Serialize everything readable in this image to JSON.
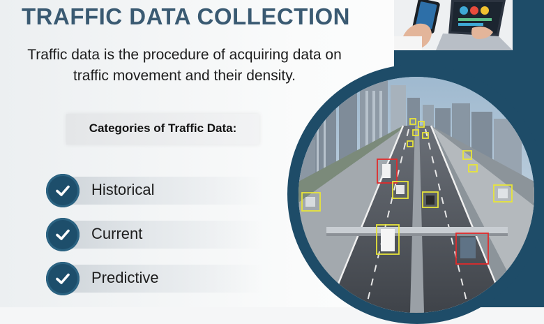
{
  "header": {
    "title": "TRAFFIC DATA COLLECTION",
    "subtitle": "Traffic data is the procedure of acquiring data on traffic movement and their density."
  },
  "categories": {
    "heading": "Categories of Traffic Data:",
    "items": [
      {
        "label": "Historical"
      },
      {
        "label": "Current"
      },
      {
        "label": "Predictive"
      }
    ]
  },
  "colors": {
    "title": "#3a5a72",
    "accent": "#1e4c68",
    "check_circle": "#1d4e6b",
    "detection_yellow": "#e8e43a",
    "detection_red": "#e02b2b"
  },
  "icons": [
    "check-icon",
    "check-icon",
    "check-icon"
  ]
}
